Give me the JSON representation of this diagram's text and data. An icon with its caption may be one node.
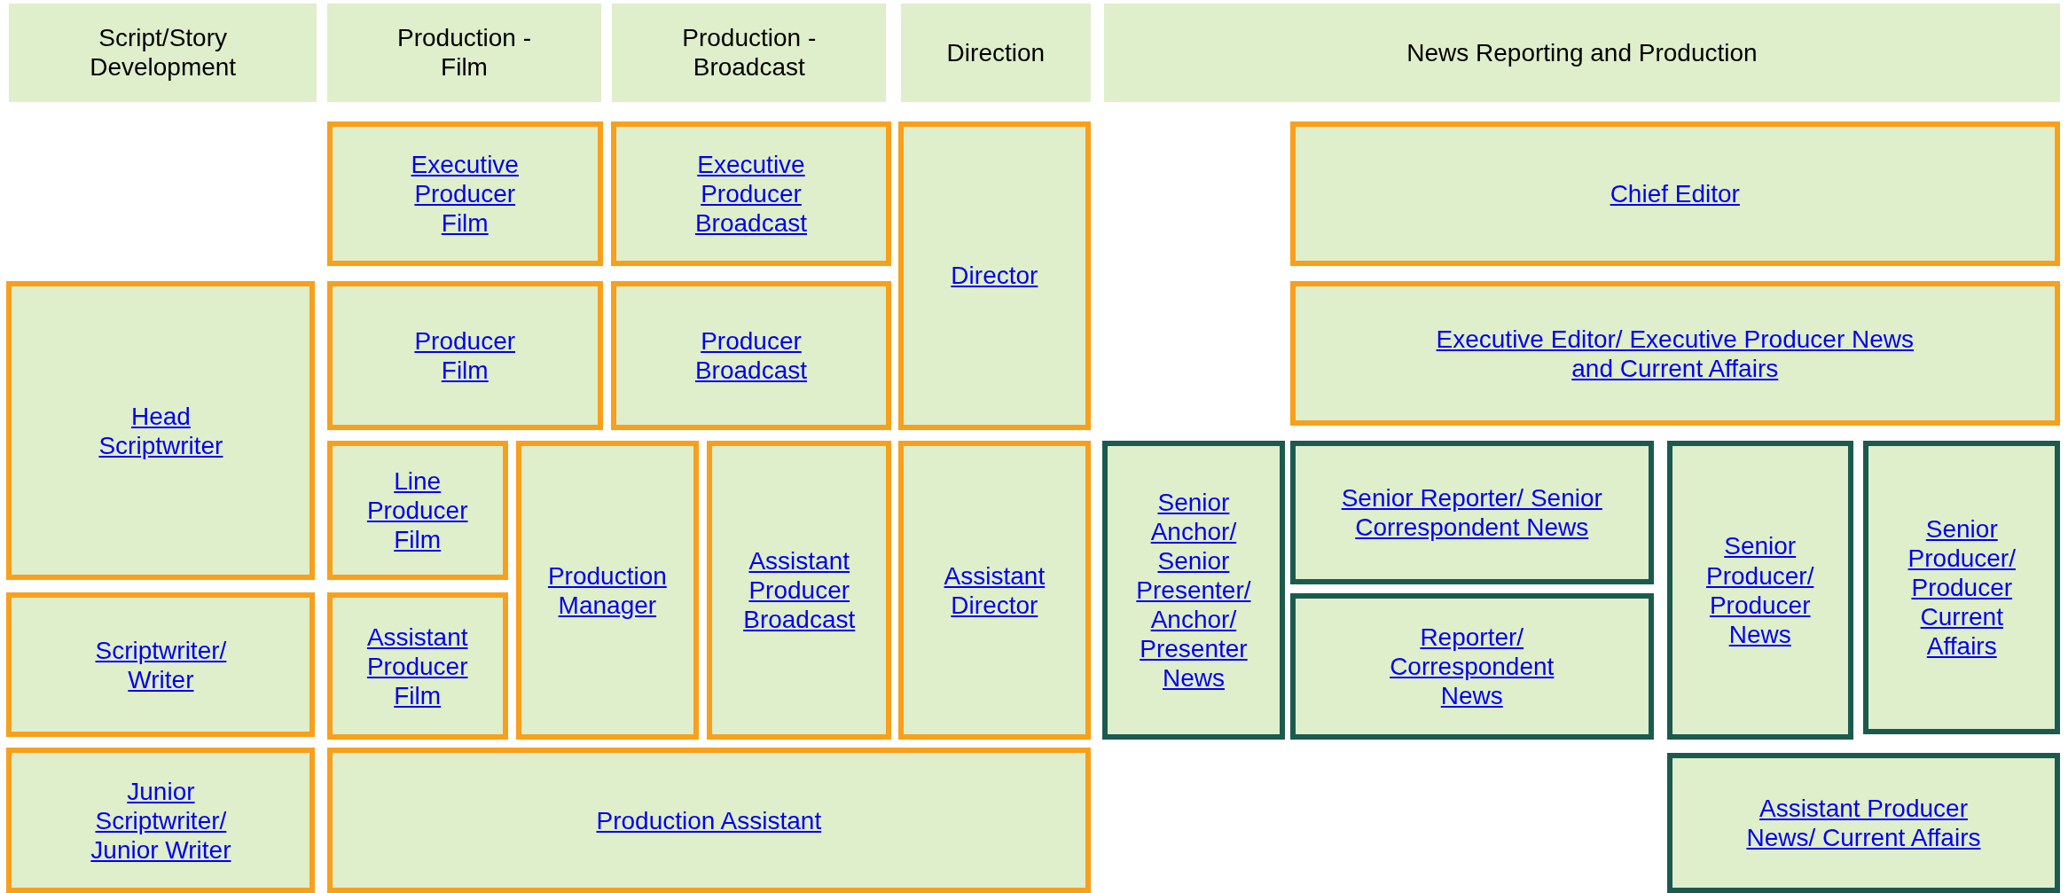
{
  "diagram": {
    "nodes": [
      {
        "text": [
          "Script/Story Development"
        ]
      },
      {
        "text": [
          "Production - Film"
        ]
      },
      {
        "text": [
          "Production - Broadcast"
        ]
      },
      {
        "text": [
          "Direction"
        ]
      },
      {
        "text": [
          "News Reporting and Production"
        ]
      },
      {
        "text": [
          "Executive Producer Film"
        ]
      },
      {
        "text": [
          "Executive Producer Broadcast"
        ]
      },
      {
        "text": [
          "Director"
        ]
      },
      {
        "text": [
          "Chief Editor"
        ]
      },
      {
        "text": [
          "Head Scriptwriter"
        ]
      },
      {
        "text": [
          "Producer Film"
        ]
      },
      {
        "text": [
          "Producer Broadcast"
        ]
      },
      {
        "text": [
          "Executive Editor/ Executive Producer News and Current Affairs"
        ]
      },
      {
        "text": [
          "Line Producer Film"
        ]
      },
      {
        "text": [
          "Production Manager"
        ]
      },
      {
        "text": [
          "Assistant Producer Broadcast"
        ]
      },
      {
        "text": [
          "Assistant Director"
        ]
      },
      {
        "text": [
          "Senior Anchor/ Senior Presenter/ Anchor/ Presenter News"
        ]
      },
      {
        "text": [
          "Senior Reporter/ Senior Correspondent News"
        ]
      },
      {
        "text": [
          "Senior Producer/ Producer News"
        ]
      },
      {
        "text": [
          "Senior Producer/ Producer Current Affairs"
        ]
      },
      {
        "text": [
          "Scriptwriter/ Writer"
        ]
      },
      {
        "text": [
          "Assistant Producer Film"
        ]
      },
      {
        "text": [
          "Reporter/ Correspondent News"
        ]
      },
      {
        "text": [
          "Junior Scriptwriter/ Junior Writer"
        ]
      },
      {
        "text": [
          "Production Assistant"
        ]
      },
      {
        "text": [
          "Assistant Producer News/ Current Affairs"
        ]
      }
    ]
  }
}
